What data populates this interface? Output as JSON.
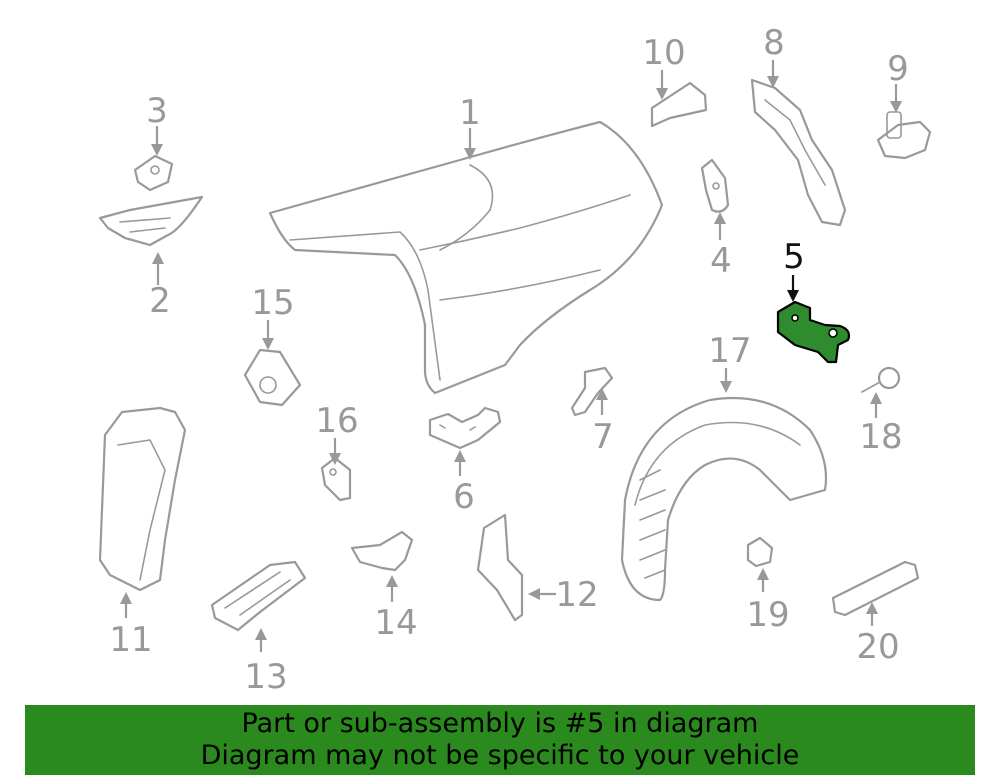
{
  "diagram": {
    "callouts": [
      "1",
      "2",
      "3",
      "4",
      "5",
      "6",
      "7",
      "8",
      "9",
      "10",
      "11",
      "12",
      "13",
      "14",
      "15",
      "16",
      "17",
      "18",
      "19",
      "20"
    ],
    "highlighted_part": "5",
    "colors": {
      "part_stroke": "#999999",
      "highlight_fill": "#2e8b2e",
      "banner_bg": "#2b8a1e",
      "highlight_text": "#111111"
    }
  },
  "banner": {
    "line1": "Part or sub-assembly is #5 in diagram",
    "line2": "Diagram may not be specific to your vehicle"
  }
}
